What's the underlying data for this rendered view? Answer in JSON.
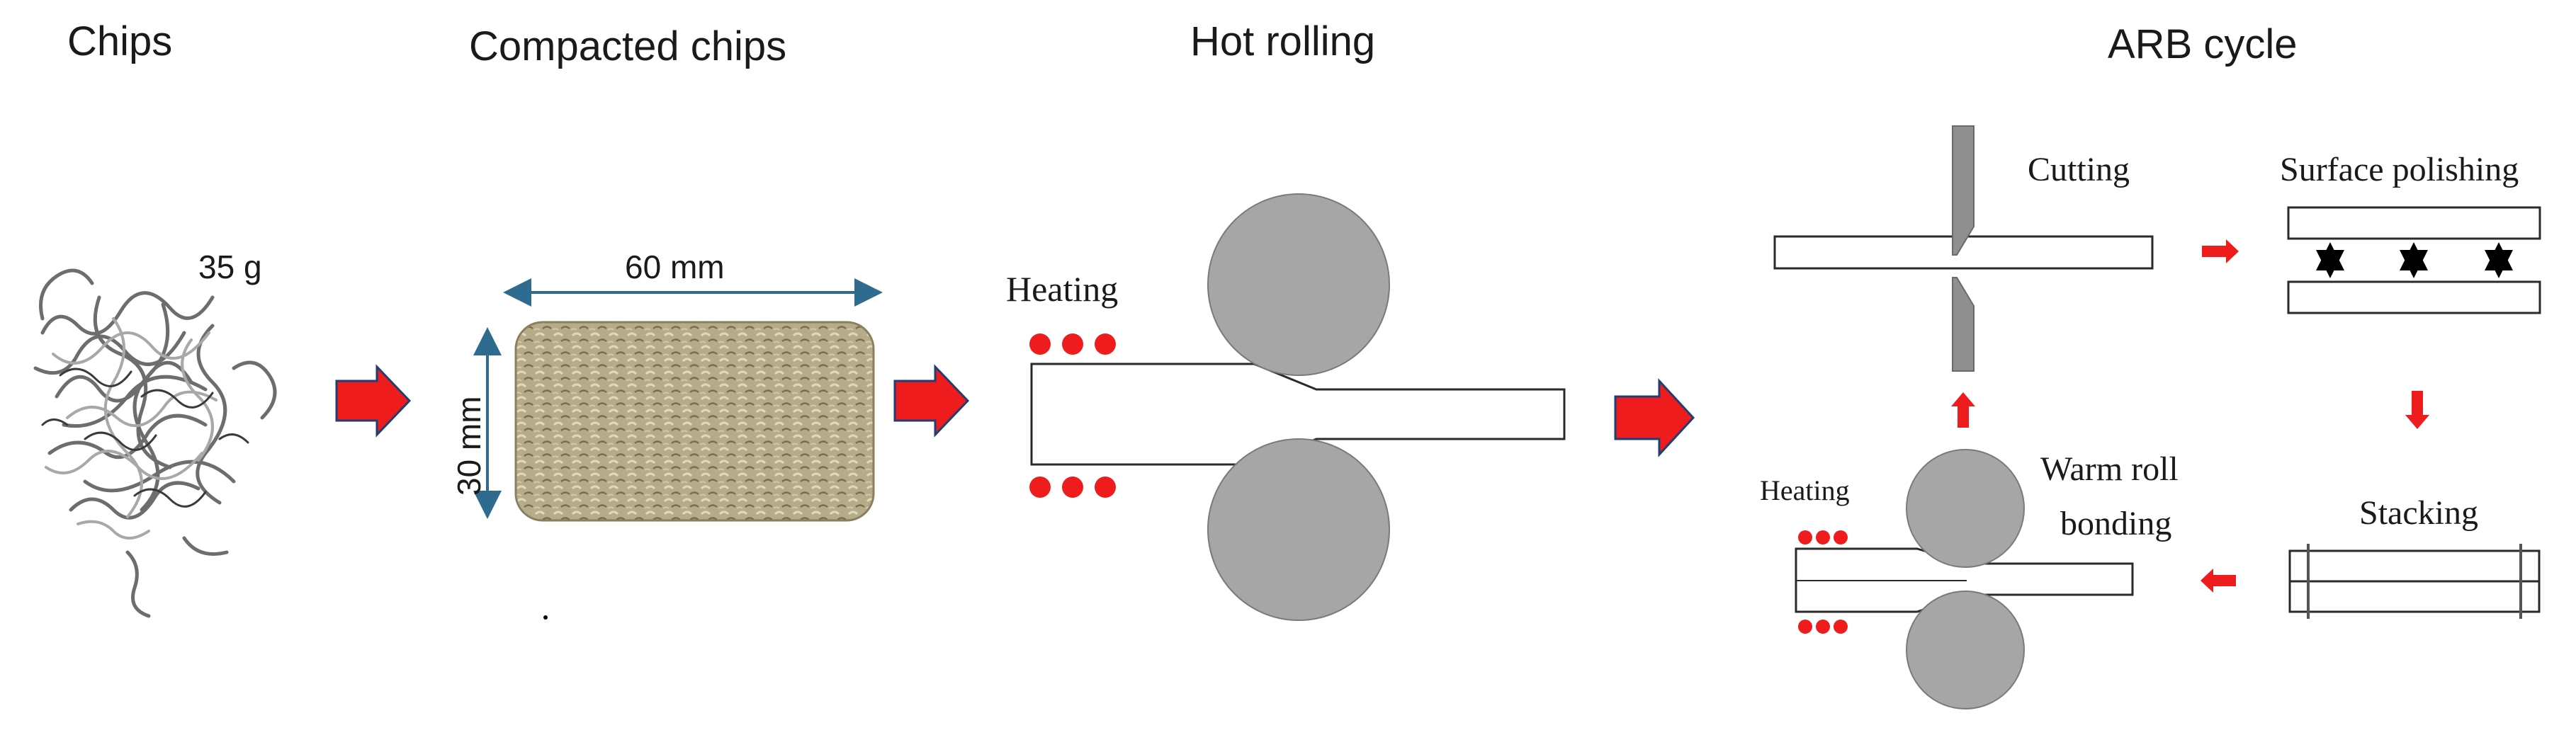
{
  "stages": {
    "chips": "Chips",
    "compacted": "Compacted chips",
    "hot_rolling": "Hot rolling",
    "arb": "ARB cycle"
  },
  "chips": {
    "mass": "35 g"
  },
  "compact": {
    "width": "60 mm",
    "height": "30 mm"
  },
  "hot": {
    "heating": "Heating"
  },
  "arb": {
    "cutting": "Cutting",
    "surface_polishing": "Surface  polishing",
    "stacking": "Stacking",
    "warm_roll_1": "Warm roll",
    "warm_roll_2": "bonding",
    "heating": "Heating"
  },
  "colors": {
    "arrow_red": "#ee1c1c",
    "arrow_outline": "#1f3e73",
    "roll_gray": "#a6a6a6",
    "dimension_blue": "#2e6b8f"
  }
}
